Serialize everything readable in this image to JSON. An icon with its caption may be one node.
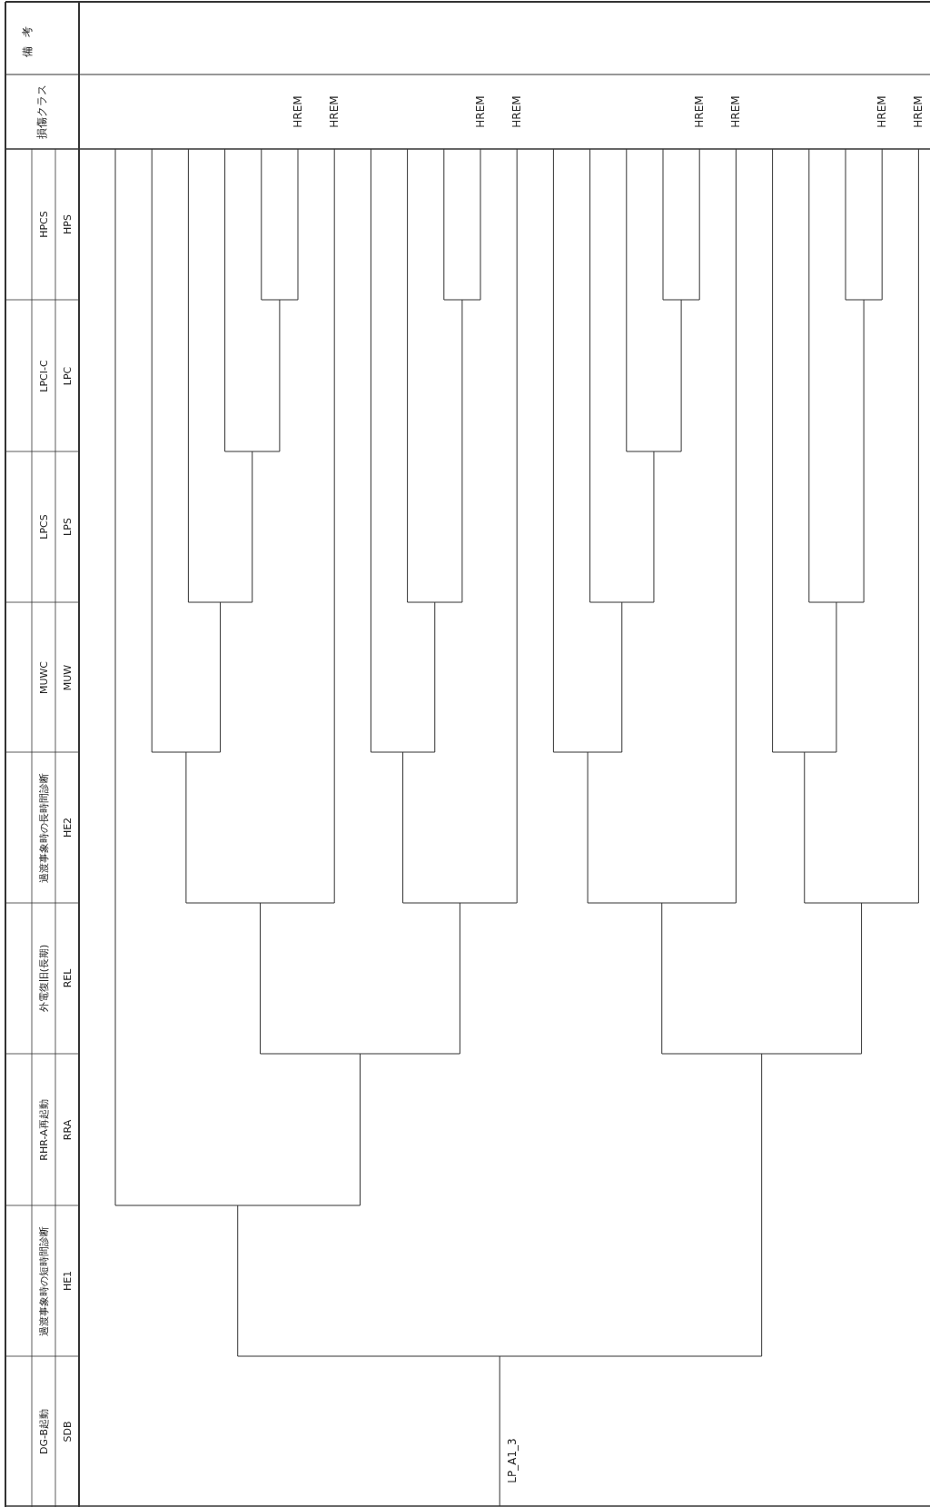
{
  "diagram": {
    "labels": [
      "備考",
      "損傷クラス",
      "HPCS",
      "HPS",
      "LPCI-C",
      "LPC",
      "LPCS",
      "LPS",
      "MUWC",
      "MUW",
      "過渡事象時の長時間診断",
      "HE2",
      "外電復旧(長期)",
      "REL",
      "RHR-A再起動",
      "RRA",
      "過渡事象時の短時間診断",
      "HE1",
      "DG-B起動",
      "SDB",
      "HREM",
      "HREM",
      "HREM",
      "HREM",
      "HREM",
      "HREM",
      "HREM",
      "HREM",
      "LP_A1_3"
    ]
  }
}
